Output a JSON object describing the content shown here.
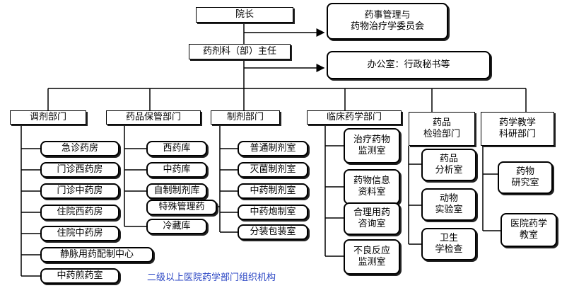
{
  "top": {
    "president": "院长",
    "committee": "药事管理与\n药物治疗学委员会",
    "director": "药剂科（部）主任",
    "office": "办公室：行政秘书等"
  },
  "departments": {
    "dispensing": "调剂部门",
    "storage": "药品保管部门",
    "preparation": "制剂部门",
    "clinical": "临床药学部门",
    "inspection": "药品\n检验部门",
    "teaching": "药学教学\n科研部门"
  },
  "dispensing_units": [
    "急诊药房",
    "门诊西药房",
    "门诊中药房",
    "住院西药房",
    "住院中药房",
    "静脉用药配制中心",
    "中药煎药室"
  ],
  "storage_units": [
    "西药库",
    "中药库",
    "自制制剂库",
    "特殊管理药",
    "冷藏库"
  ],
  "preparation_units": [
    "普通制剂室",
    "灭菌制剂室",
    "中药制剂室",
    "中药炮制室",
    "分装包装室"
  ],
  "clinical_units": [
    "治疗药物\n监测室",
    "药物信息\n资料室",
    "合理用药\n咨询室",
    "不良反应\n监测室"
  ],
  "inspection_units": [
    "药品\n分析室",
    "动物\n实验室",
    "卫生\n学检查"
  ],
  "teaching_units": [
    "药物\n研究室",
    "医院药学\n教室"
  ],
  "caption": "二级以上医院药学部门组织机构"
}
